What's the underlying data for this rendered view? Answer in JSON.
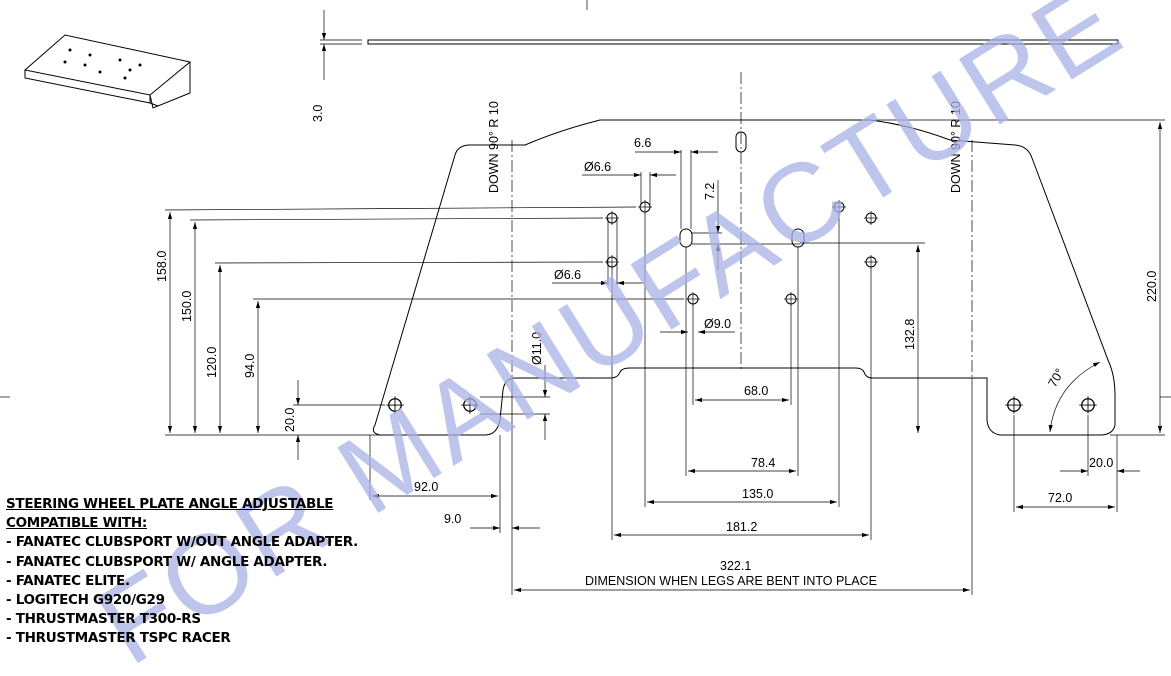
{
  "title_notes": {
    "heading": "STEERING WHEEL PLATE ANGLE ADJUSTABLE",
    "subheading": "COMPATIBLE WITH:",
    "items": [
      "- FANATEC CLUBSPORT W/OUT ANGLE ADAPTER.",
      "- FANATEC CLUBSPORT W/ ANGLE ADAPTER.",
      "- FANATEC ELITE.",
      "- LOGITECH G920/G29",
      "- THRUSTMASTER T300-RS",
      "- THRUSTMASTER TSPC RACER"
    ]
  },
  "watermark": "FOR MANUFACTURE",
  "bend_notes": {
    "left": "DOWN 90° R 10",
    "right": "DOWN 90° R 10"
  },
  "dimensions": {
    "thickness": "3.0",
    "d158": "158.0",
    "d150": "150.0",
    "d120": "120.0",
    "d94": "94.0",
    "d20_left": "20.0",
    "d220": "220.0",
    "d132_8": "132.8",
    "d6_6_slot": "6.6",
    "dia6_6_top": "Ø6.6",
    "dia6_6_mid": "Ø6.6",
    "d7_2": "7.2",
    "dia9_0": "Ø9.0",
    "dia11_0": "Ø11.0",
    "d68": "68.0",
    "d78_4": "78.4",
    "d135": "135.0",
    "d181_2": "181.2",
    "d322_1": "322.1",
    "d322_note": "DIMENSION WHEN LEGS ARE BENT INTO PLACE",
    "d92": "92.0",
    "d9": "9.0",
    "d72": "72.0",
    "d20_right": "20.0",
    "angle70": "70°"
  }
}
